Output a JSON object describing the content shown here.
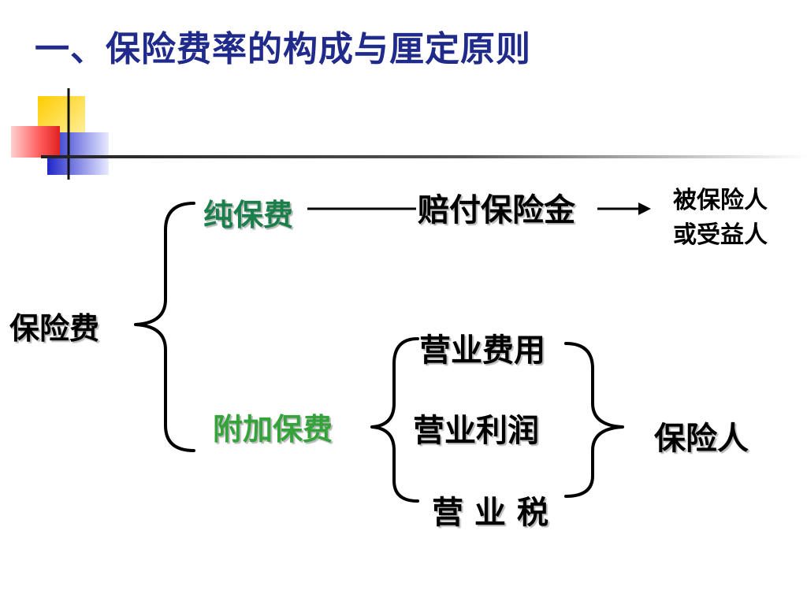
{
  "slide": {
    "title": "一、保险费率的构成与厘定原则"
  },
  "diagram": {
    "root": "保险费",
    "pure_premium": "纯保费",
    "claims_payment": "赔付保险金",
    "beneficiary_line1": "被保险人",
    "beneficiary_line2": "或受益人",
    "loading_premium": "附加保费",
    "operating_expenses": "营业费用",
    "operating_profit": "营业利润",
    "business_tax": "营 业 税",
    "insurer": "保险人"
  },
  "colors": {
    "title": "#1f2a8a",
    "pure_premium": "#1a7f4b",
    "loading_premium": "#33a33a",
    "deco_yellow": "#ffcc00",
    "deco_red": "#ff4d4d",
    "deco_blue": "#2b33d6"
  }
}
